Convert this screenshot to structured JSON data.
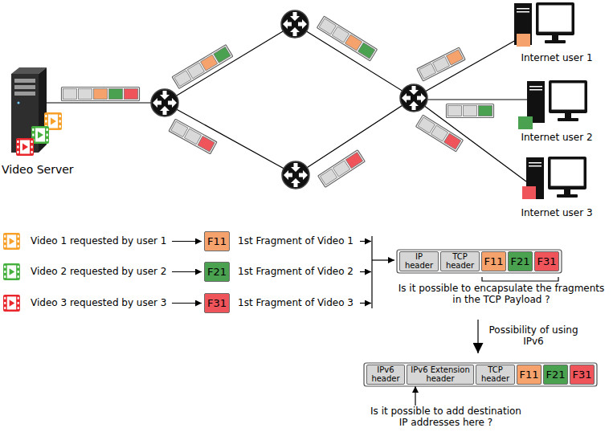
{
  "diagram": {
    "nodes": [
      {
        "text": [
          "F11"
        ]
      },
      {
        "text": [
          "F21"
        ]
      },
      {
        "text": [
          "F31"
        ]
      },
      {
        "text": [
          "IP header"
        ]
      },
      {
        "text": [
          "TCP header"
        ]
      },
      {
        "text": [
          "F11"
        ]
      },
      {
        "text": [
          "F21"
        ]
      },
      {
        "text": [
          "F31"
        ]
      },
      {
        "text": [
          "IPv6 header"
        ]
      },
      {
        "text": [
          "IPv6 Extension header"
        ]
      },
      {
        "text": [
          "TCP header"
        ]
      },
      {
        "text": [
          "F11"
        ]
      },
      {
        "text": [
          "F21"
        ]
      },
      {
        "text": [
          "F31"
        ]
      }
    ],
    "labels": [
      "Video Server",
      "Internet user 1",
      "Internet user 2",
      "Internet user 3",
      "Video 1 requested by user 1",
      "Video 2 requested by user 2",
      "Video 3 requested by user 3",
      "1st Fragment of Video 1",
      "1st Fragment of Video 2",
      "1st Fragment of Video 3",
      "Is it possible to encapsulate the fragments in the TCP Payload ?",
      "Possibility of using IPv6",
      "Is it possible to add destination IP addresses here ?"
    ]
  }
}
